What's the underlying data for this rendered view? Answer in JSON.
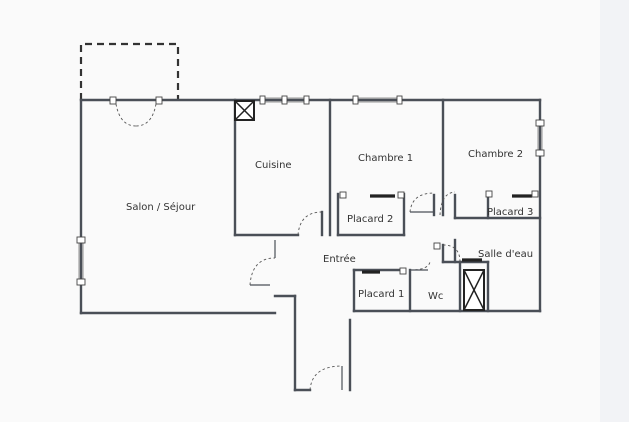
{
  "rooms": {
    "salon": "Salon / Séjour",
    "cuisine": "Cuisine",
    "chambre1": "Chambre  1",
    "chambre2": "Chambre  2",
    "placard2": "Placard 2",
    "placard3": "Placard 3",
    "entree": "Entrée",
    "salle_eau": "Salle d'eau",
    "placard1": "Placard  1",
    "wc": "Wc"
  },
  "colors": {
    "wall": "#4a4f57",
    "background": "#fafafa"
  }
}
